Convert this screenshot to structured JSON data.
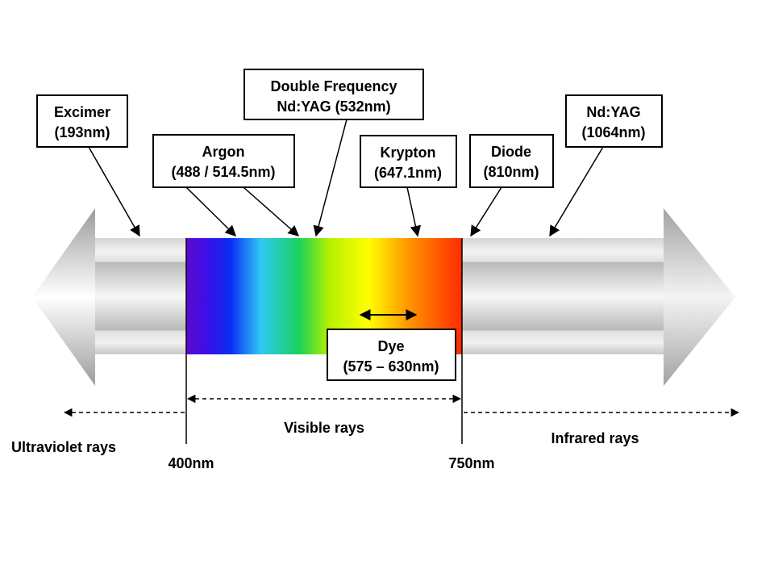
{
  "colors": {
    "violet": "#5b0ad0",
    "blue": "#0b2cf2",
    "cyan": "#2fc8f6",
    "green": "#1ad25a",
    "yellow_green": "#b6f000",
    "yellow": "#ffff00",
    "orange": "#ff9a00",
    "red": "#ff2a00",
    "tube_light": "#e6e6e6",
    "tube_dark": "#9a9a9a"
  },
  "lasers": [
    {
      "id": "excimer",
      "lines": [
        "Excimer",
        "(193nm)"
      ]
    },
    {
      "id": "argon",
      "lines": [
        "Argon",
        "(488 / 514.5nm)"
      ]
    },
    {
      "id": "double-frequency",
      "lines": [
        "Double Frequency",
        "Nd:YAG (532nm)"
      ]
    },
    {
      "id": "krypton",
      "lines": [
        "Krypton",
        "(647.1nm)"
      ]
    },
    {
      "id": "diode",
      "lines": [
        "Diode",
        "(810nm)"
      ]
    },
    {
      "id": "ndyag",
      "lines": [
        "Nd:YAG",
        "(1064nm)"
      ]
    }
  ],
  "dye": {
    "lines": [
      "Dye",
      "(575 – 630nm)"
    ]
  },
  "regions": {
    "ultraviolet": "Ultraviolet rays",
    "visible": "Visible rays",
    "infrared": "Infrared rays"
  },
  "boundaries": {
    "lower": "400nm",
    "upper": "750nm"
  }
}
